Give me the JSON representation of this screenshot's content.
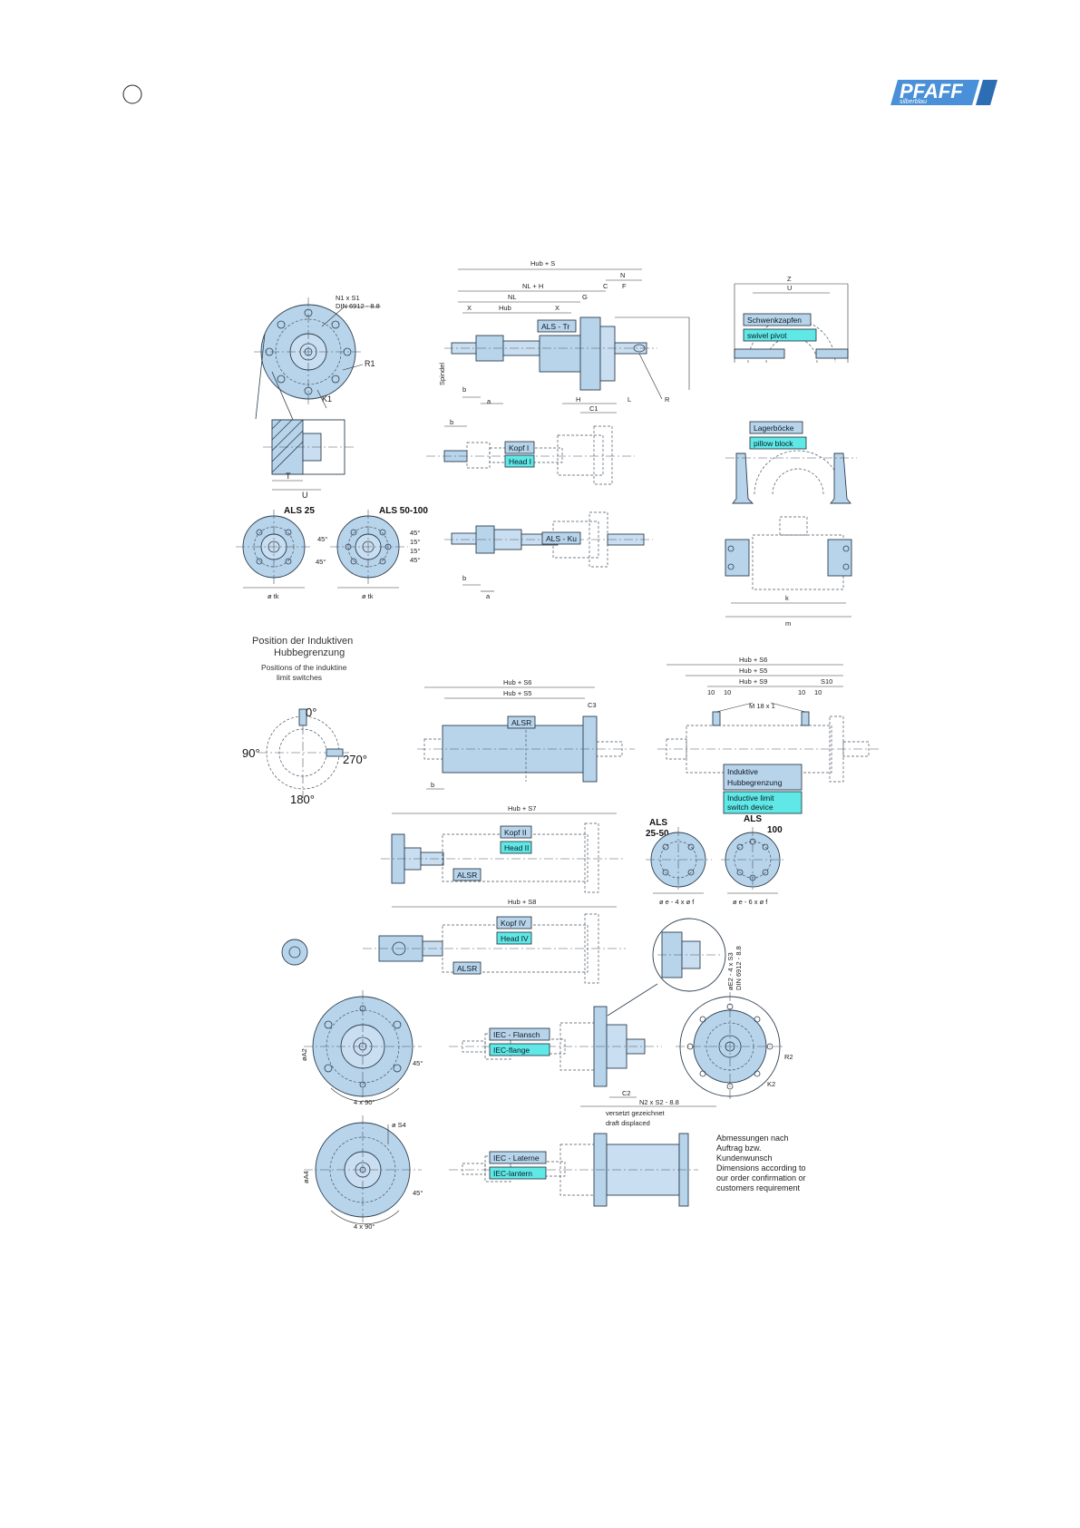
{
  "page": {
    "logo_text": "PFAFF",
    "logo_subtext": "silberblau"
  },
  "colors": {
    "part_fill": "#b8d4ea",
    "tag_cyan": "#5fe8e6",
    "logo_blue": "#4a90d9",
    "line": "#2c3e50"
  },
  "drawing": {
    "flange_note_1": "N1 x S1",
    "flange_note_2": "DIN 6912 - 8.8",
    "r1": "R1",
    "k1": "K1",
    "t": "T",
    "u": "U",
    "dim_hub_s": "Hub + S",
    "dim_n": "N",
    "dim_nl_h": "NL + H",
    "dim_c": "C",
    "dim_f": "F",
    "dim_nl": "NL",
    "dim_g": "G",
    "dim_x": "X",
    "dim_hub": "Hub",
    "dim_spindel": "Spindel",
    "dim_b": "b",
    "dim_a": "a",
    "dim_h": "H",
    "dim_l": "L",
    "dim_r": "R",
    "dim_c1": "C1",
    "tag_als_tr": "ALS - Tr",
    "tag_kopf1": "Kopf I",
    "tag_head1": "Head I",
    "tag_als_ku": "ALS - Ku",
    "tag_schwenk": "Schwenkzapfen",
    "tag_swivel": "swivel pivot",
    "tag_lagerbocke": "Lagerböcke",
    "tag_pillow": "pillow block",
    "dim_z": "Z",
    "dim_u2": "U",
    "dim_k": "k",
    "dim_m": "m",
    "als25": "ALS 25",
    "als50_100": "ALS 50-100",
    "angle_45": "45°",
    "angle_15": "15°",
    "dia_tk": "ø tk",
    "pos_title_1": "Position der Induktiven",
    "pos_title_2": "Hubbegrenzung",
    "pos_sub_1": "Positions of the induktine",
    "pos_sub_2": "limit switches",
    "deg_0": "0°",
    "deg_90": "90°",
    "deg_180": "180°",
    "deg_270": "270°",
    "dim_hub_s6": "Hub + S6",
    "dim_hub_s5": "Hub + S5",
    "dim_c3": "C3",
    "tag_alsr": "ALSR",
    "dim_hub_s9": "Hub + S9",
    "dim_s10": "S10",
    "dim_10": "10",
    "dim_m18": "M 18 x 1",
    "tag_induktive_1": "Induktive",
    "tag_induktive_2": "Hubbegrenzung",
    "tag_inductive_1": "Inductive limit",
    "tag_inductive_2": "switch device",
    "dim_hub_s7": "Hub + S7",
    "tag_kopf2": "Kopf II",
    "tag_head2": "Head II",
    "als_25_50_a": "ALS",
    "als_25_50_b": "25-50",
    "als_100_a": "ALS",
    "als_100_b": "100",
    "dia_e4": "ø e - 4 x ø f",
    "dia_e6": "ø e - 6 x ø f",
    "dim_hub_s8": "Hub + S8",
    "tag_kopf4": "Kopf IV",
    "tag_head4": "Head IV",
    "e2_note": "øE2 - 4 x S3",
    "e2_din": "DIN 6912 - 8.8",
    "tag_iec_flansch": "IEC - Flansch",
    "tag_iec_flange": "IEC-flange",
    "dim_c2": "C2",
    "dim_r2": "R2",
    "dim_k2": "K2",
    "n2_note": "N2 x S2 - 8.8",
    "versetzt": "versetzt gezeichnet",
    "displaced": "draft displaced",
    "deg4x90": "4 x 90°",
    "dia_s4": "ø S4",
    "dia_a4": "øA4",
    "dia_a2": "øA2",
    "tag_iec_laterne": "IEC - Laterne",
    "tag_iec_lantern": "IEC-lantern",
    "note_1": "Abmessungen nach",
    "note_2": "Auftrag bzw.",
    "note_3": "Kundenwunsch",
    "note_4": "Dimensions according to",
    "note_5": "our order confirmation or",
    "note_6": "customers requirement"
  }
}
